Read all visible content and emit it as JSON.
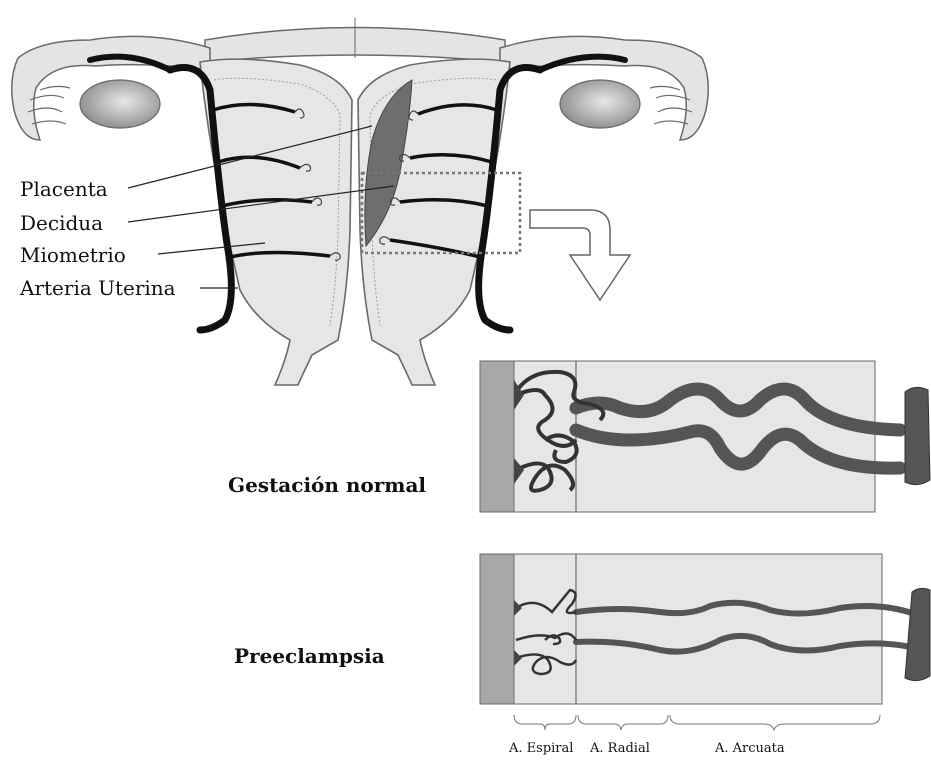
{
  "anatomy_labels": {
    "placenta": "Placenta",
    "decidua": "Decidua",
    "miometrio": "Miometrio",
    "arteria_uterina": "Arteria Uterina"
  },
  "conditions": {
    "normal": "Gestación normal",
    "preeclampsia": "Preeclampsia"
  },
  "artery_zones": {
    "espiral": "A. Espiral",
    "radial": "A. Radial",
    "arcuata": "A. Arcuata"
  },
  "colors": {
    "tissue": "#e6e6e6",
    "outline": "#6a6a6a",
    "artery": "#555555",
    "vessel_dark": "#111111",
    "placenta": "#6e6e6e",
    "decidua_strip": "#a8a8a8"
  }
}
